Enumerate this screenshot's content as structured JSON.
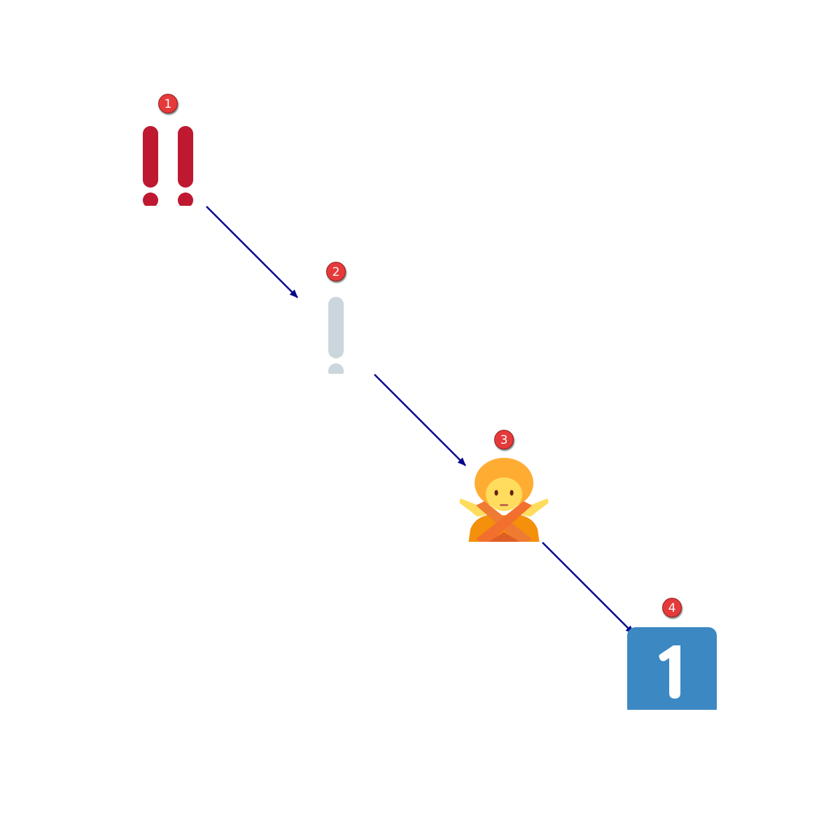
{
  "diagram": {
    "steps": [
      {
        "badge": "1",
        "icon": "double-exclamation-mark-icon",
        "color": "#be1931"
      },
      {
        "badge": "2",
        "icon": "white-exclamation-mark-icon",
        "color": "#ccd6dd"
      },
      {
        "badge": "3",
        "icon": "person-gesturing-no-icon",
        "color": "#f4900c"
      },
      {
        "badge": "4",
        "icon": "keycap-digit-one-icon",
        "color": "#3b88c3"
      }
    ],
    "edges": [
      {
        "from": "1",
        "to": "2"
      },
      {
        "from": "2",
        "to": "3"
      },
      {
        "from": "3",
        "to": "4"
      }
    ],
    "arrow_color": "#00008b",
    "badge_color": "#e63a3a"
  }
}
